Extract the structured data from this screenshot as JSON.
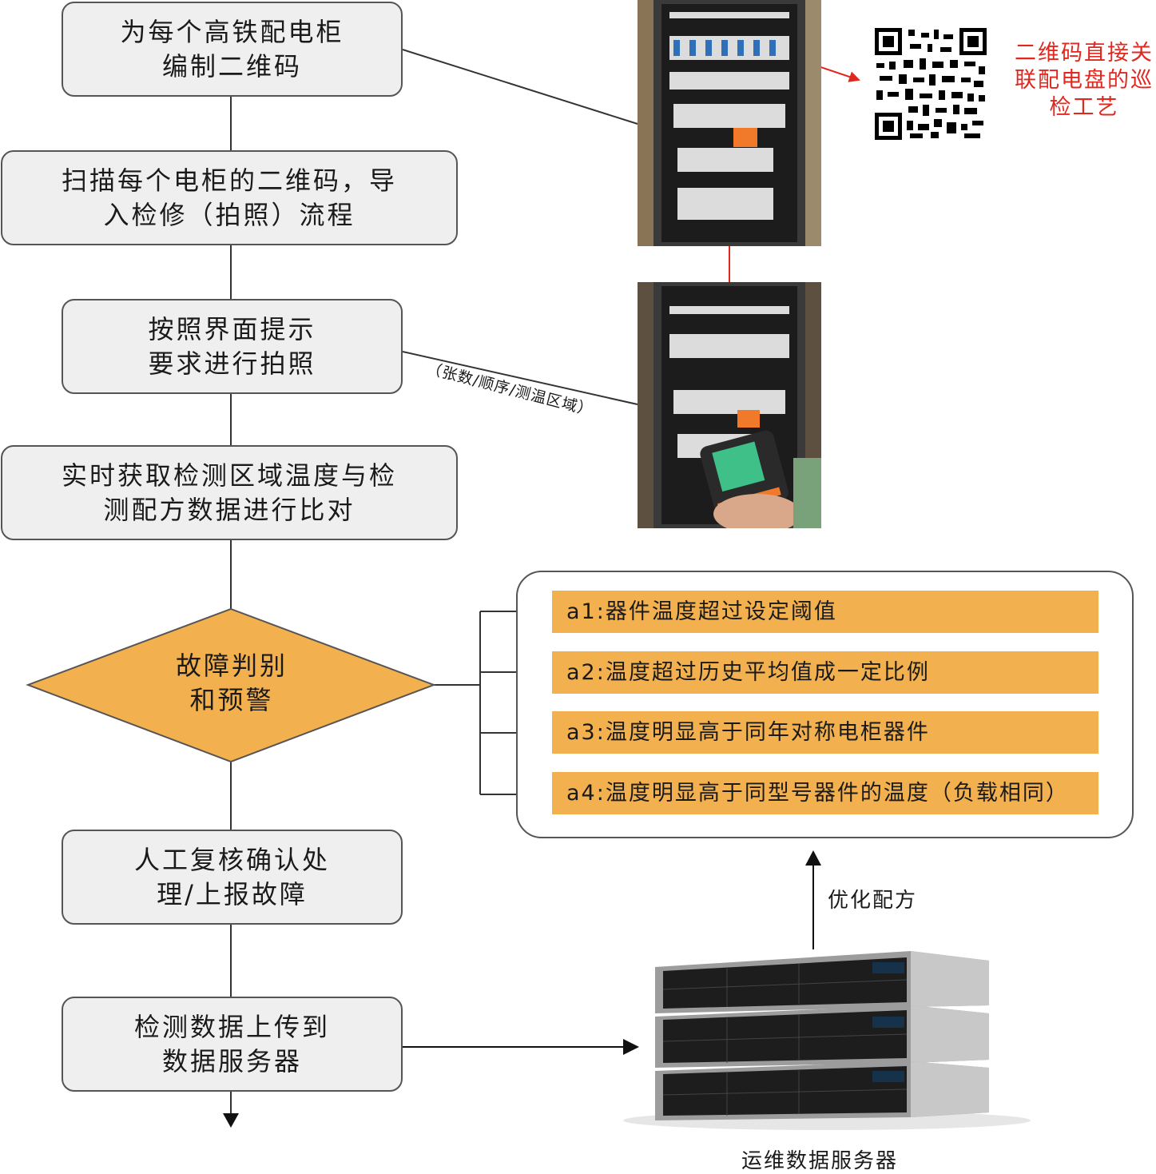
{
  "flow": {
    "step1": [
      "为每个高铁配电柜",
      "编制二维码"
    ],
    "step2": [
      "扫描每个电柜的二维码，导",
      "入检修（拍照）流程"
    ],
    "step3": [
      "按照界面提示",
      "要求进行拍照"
    ],
    "step4": [
      "实时获取检测区域温度与检",
      "测配方数据进行比对"
    ],
    "decision": [
      "故障判别",
      "和预警"
    ],
    "step5": [
      "人工复核确认处",
      "理/上报故障"
    ],
    "step6": [
      "检测数据上传到",
      "数据服务器"
    ]
  },
  "annotations": {
    "qr_note": [
      "二维码直接关",
      "联配电盘的巡",
      "检工艺"
    ],
    "photo_note": "（张数/顺序/测温区域）",
    "optimize": "优化配方",
    "server_caption": "运维数据服务器"
  },
  "criteria": [
    "a1:器件温度超过设定阈值",
    "a2:温度超过历史平均值成一定比例",
    "a3:温度明显高于同年对称电柜器件",
    "a4:温度明显高于同型号器件的温度（负载相同）"
  ],
  "colors": {
    "accent": "#f3b04e",
    "note_red": "#e0281f",
    "box_fill": "#efefef",
    "stroke": "#555555"
  },
  "images": {
    "cabinet_photo_top": "electrical-cabinet-photo",
    "cabinet_photo_bottom": "cabinet-inspection-with-handheld-device",
    "qr_code": "qr-code-icon",
    "server": "rack-server-stack-image"
  }
}
